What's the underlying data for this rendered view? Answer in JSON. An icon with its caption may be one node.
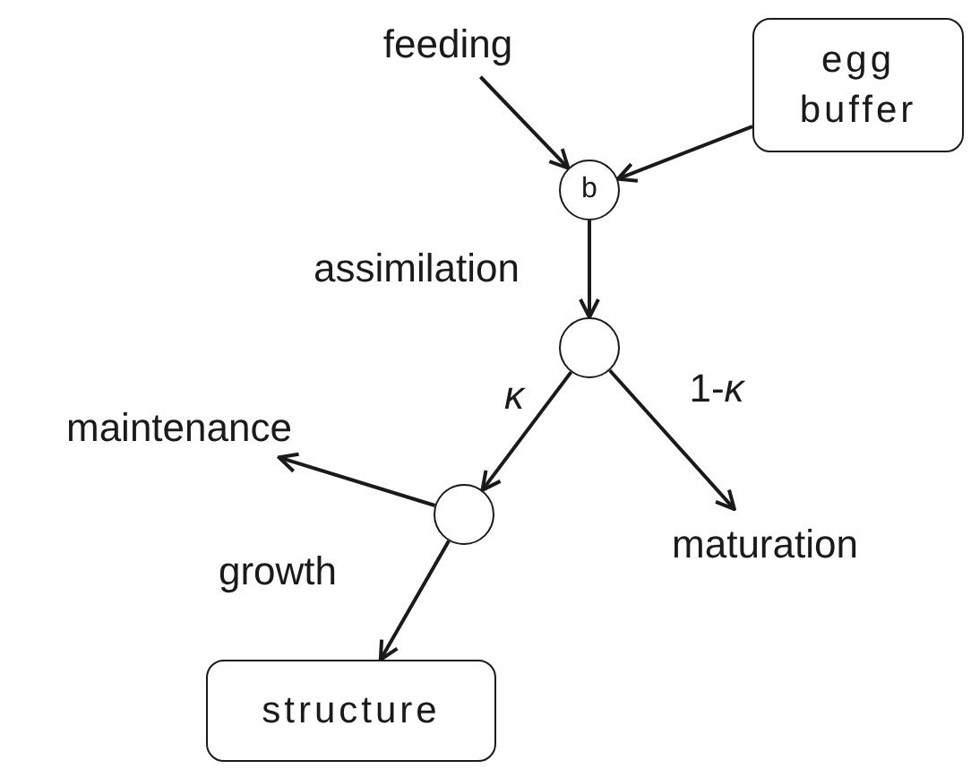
{
  "diagram": {
    "nodes": [
      {
        "text": [
          "feeding"
        ]
      },
      {
        "text": [
          "egg buffer"
        ]
      },
      {
        "text": [
          "b"
        ]
      },
      {
        "text": [],
        "shape": "circle"
      },
      {
        "text": [
          "maintenance"
        ]
      },
      {
        "text": [],
        "shape": "circle"
      },
      {
        "text": [
          "maturation"
        ]
      },
      {
        "text": [
          "structure"
        ]
      }
    ],
    "edges": [
      {
        "from": 0,
        "to": 2,
        "arrow": "to"
      },
      {
        "from": 1,
        "to": 2,
        "arrow": "to"
      },
      {
        "from": 2,
        "to": 3,
        "arrow": "to",
        "label": "assimilation"
      },
      {
        "from": 3,
        "to": 5,
        "arrow": "to",
        "label": "*κ*"
      },
      {
        "from": 3,
        "to": 6,
        "arrow": "to",
        "label": "1-*κ*"
      },
      {
        "from": 5,
        "to": 4,
        "arrow": "to"
      },
      {
        "from": 5,
        "to": 7,
        "arrow": "to",
        "label": "growth"
      }
    ]
  }
}
